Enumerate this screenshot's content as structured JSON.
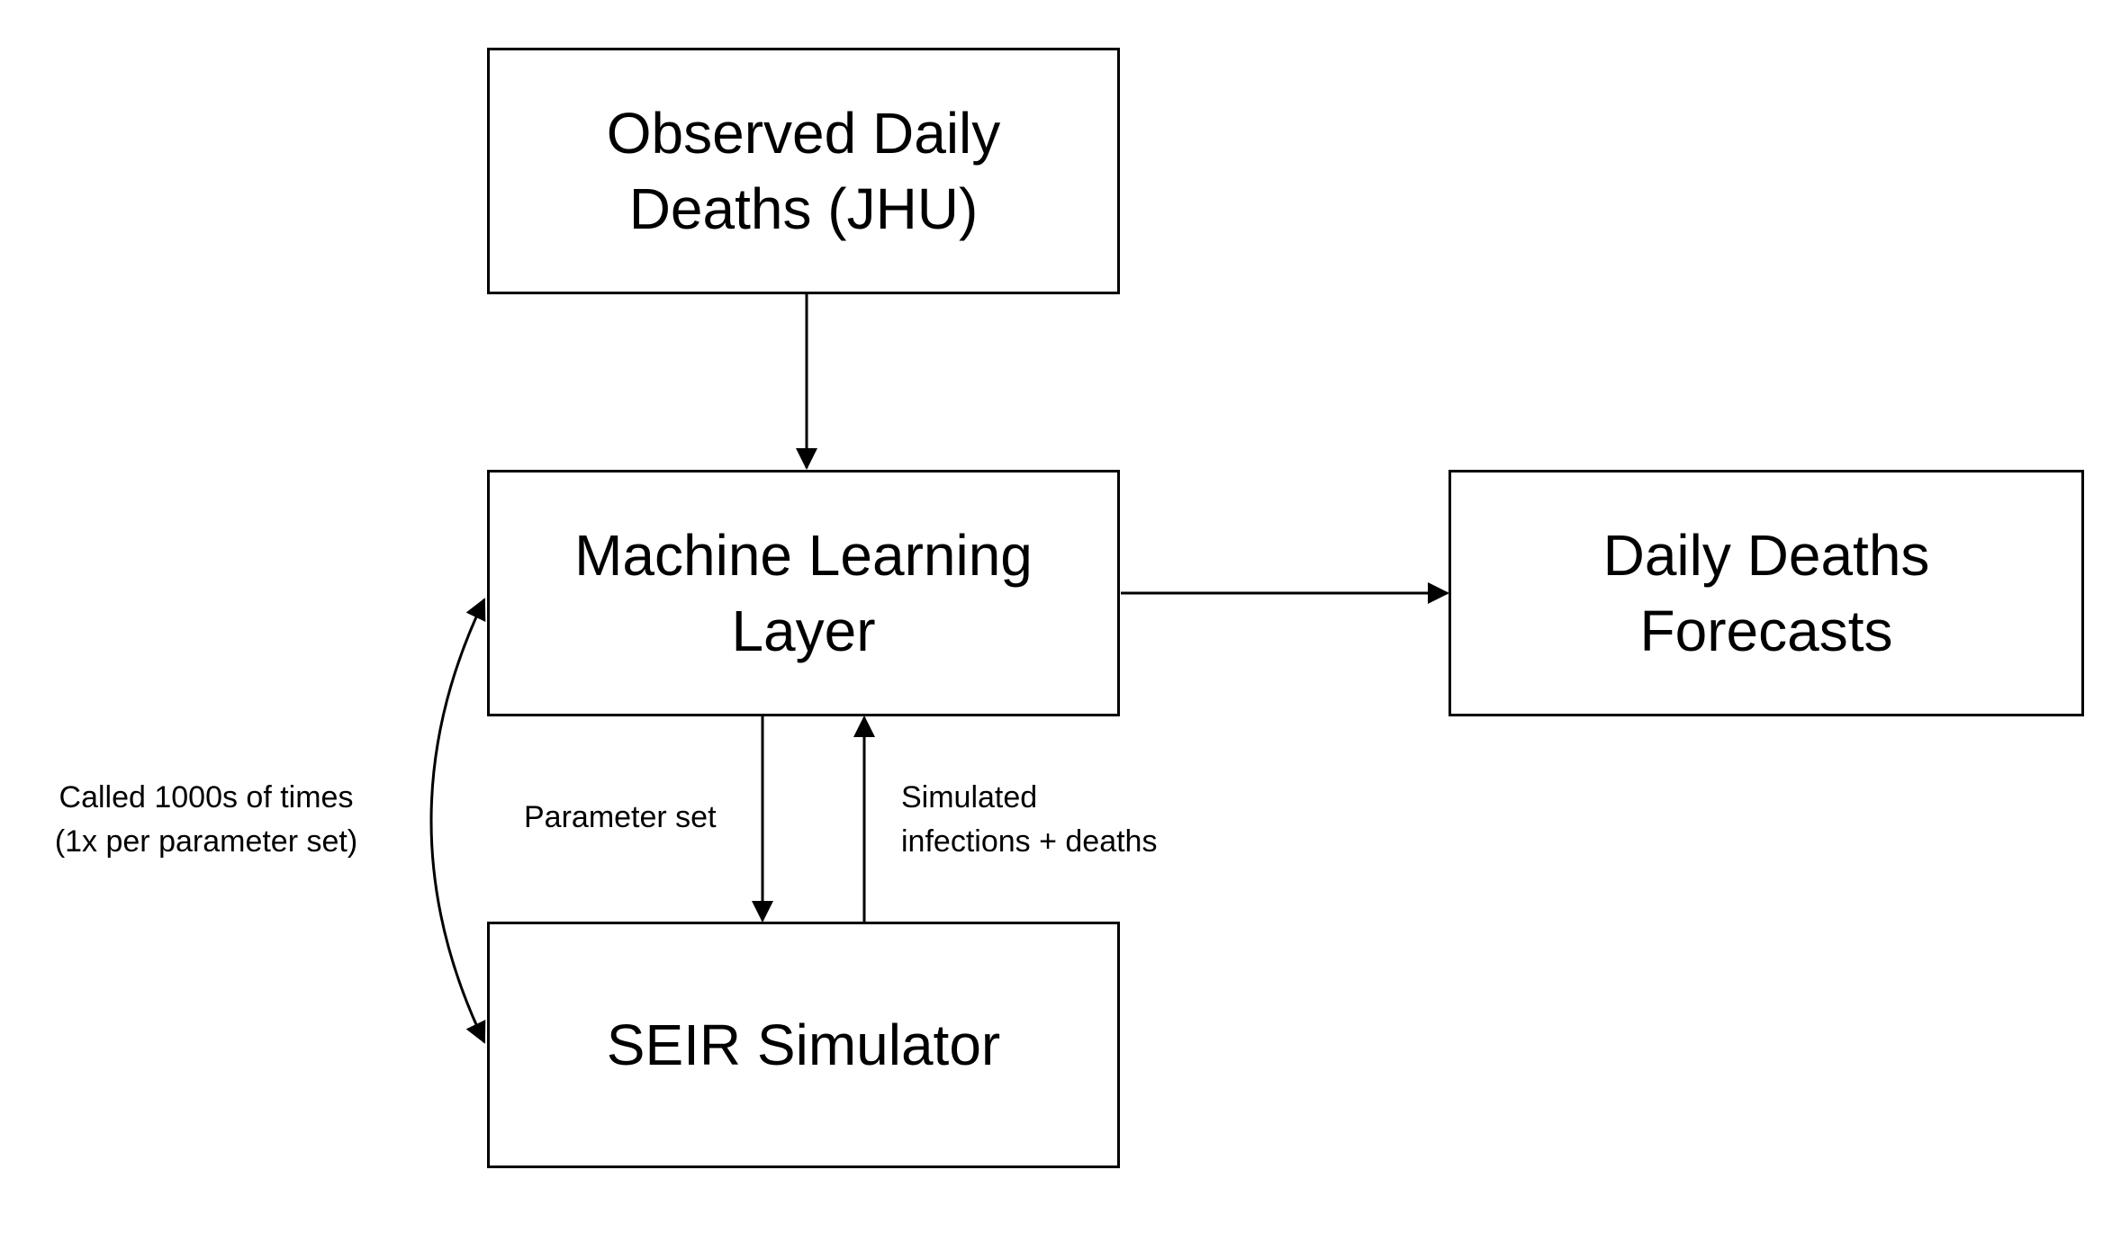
{
  "nodes": {
    "observed": {
      "label": "Observed Daily\nDeaths (JHU)"
    },
    "ml_layer": {
      "label": "Machine Learning\nLayer"
    },
    "forecasts": {
      "label": "Daily Deaths\nForecasts"
    },
    "seir": {
      "label": "SEIR Simulator"
    }
  },
  "edges": {
    "observed_to_ml": {
      "label": ""
    },
    "ml_to_forecasts": {
      "label": ""
    },
    "ml_to_seir": {
      "label": "Parameter set"
    },
    "seir_to_ml": {
      "label": "Simulated\ninfections + deaths"
    },
    "loop": {
      "label": "Called 1000s of times\n(1x per parameter set)"
    }
  },
  "colors": {
    "stroke": "#000000",
    "background": "#ffffff"
  }
}
